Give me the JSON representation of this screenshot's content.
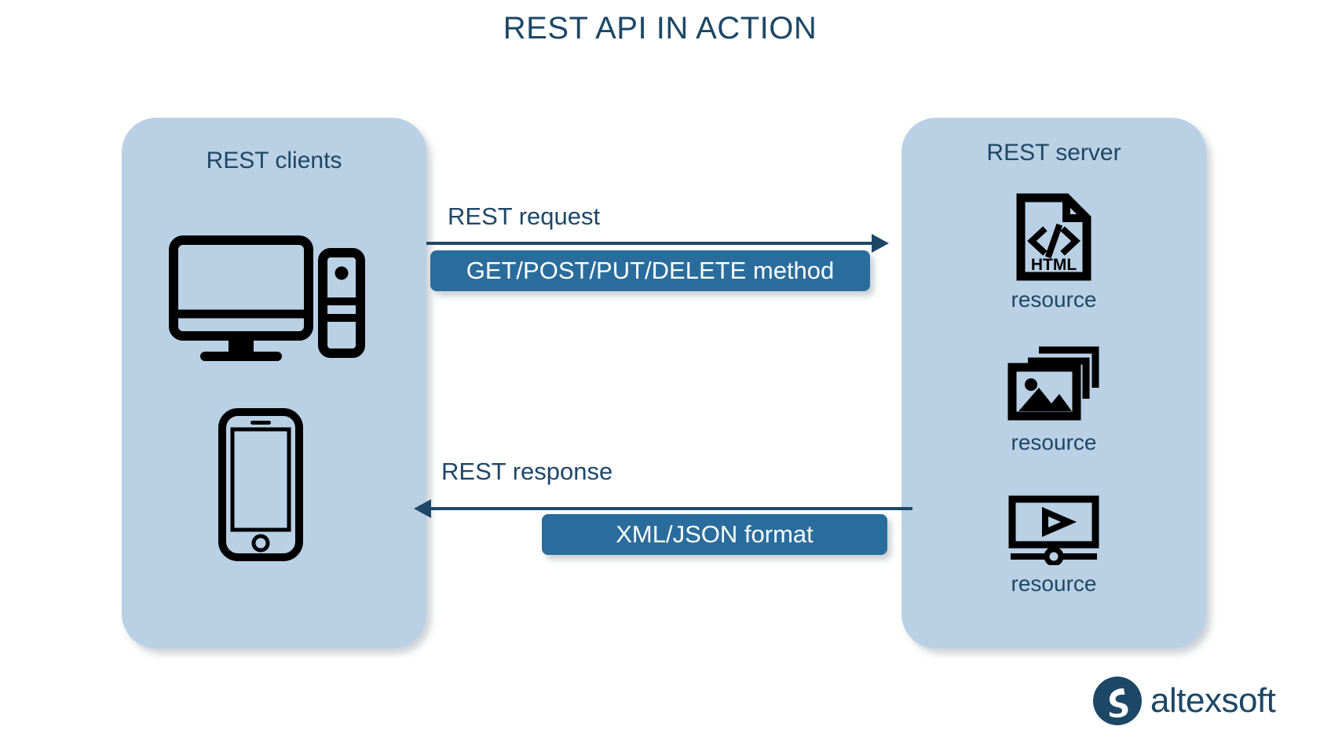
{
  "title": "REST API IN ACTION",
  "colors": {
    "panel_fill": "#b9d0e5",
    "accent_dark": "#1d4766",
    "accent_bar": "#2a6d9c",
    "icon_stroke": "#000000",
    "background": "#ffffff"
  },
  "clients": {
    "title": "REST clients",
    "icons": [
      {
        "name": "desktop-computer-icon",
        "label": ""
      },
      {
        "name": "mobile-phone-icon",
        "label": ""
      }
    ]
  },
  "server": {
    "title": "REST server",
    "resources": [
      {
        "icon": "html-document-icon",
        "icon_text": "HTML",
        "code_glyph": "</>",
        "label": "resource"
      },
      {
        "icon": "image-stack-icon",
        "icon_text": "",
        "code_glyph": "",
        "label": "resource"
      },
      {
        "icon": "video-player-icon",
        "icon_text": "",
        "code_glyph": "",
        "label": "resource"
      }
    ]
  },
  "flows": {
    "request": {
      "caption": "REST request",
      "bar_label": "GET/POST/PUT/DELETE method",
      "direction": "client-to-server"
    },
    "response": {
      "caption": "REST response",
      "bar_label": "XML/JSON format",
      "direction": "server-to-client"
    }
  },
  "logo": {
    "mark": "altexsoft-logo-icon",
    "text": "altexsoft"
  }
}
